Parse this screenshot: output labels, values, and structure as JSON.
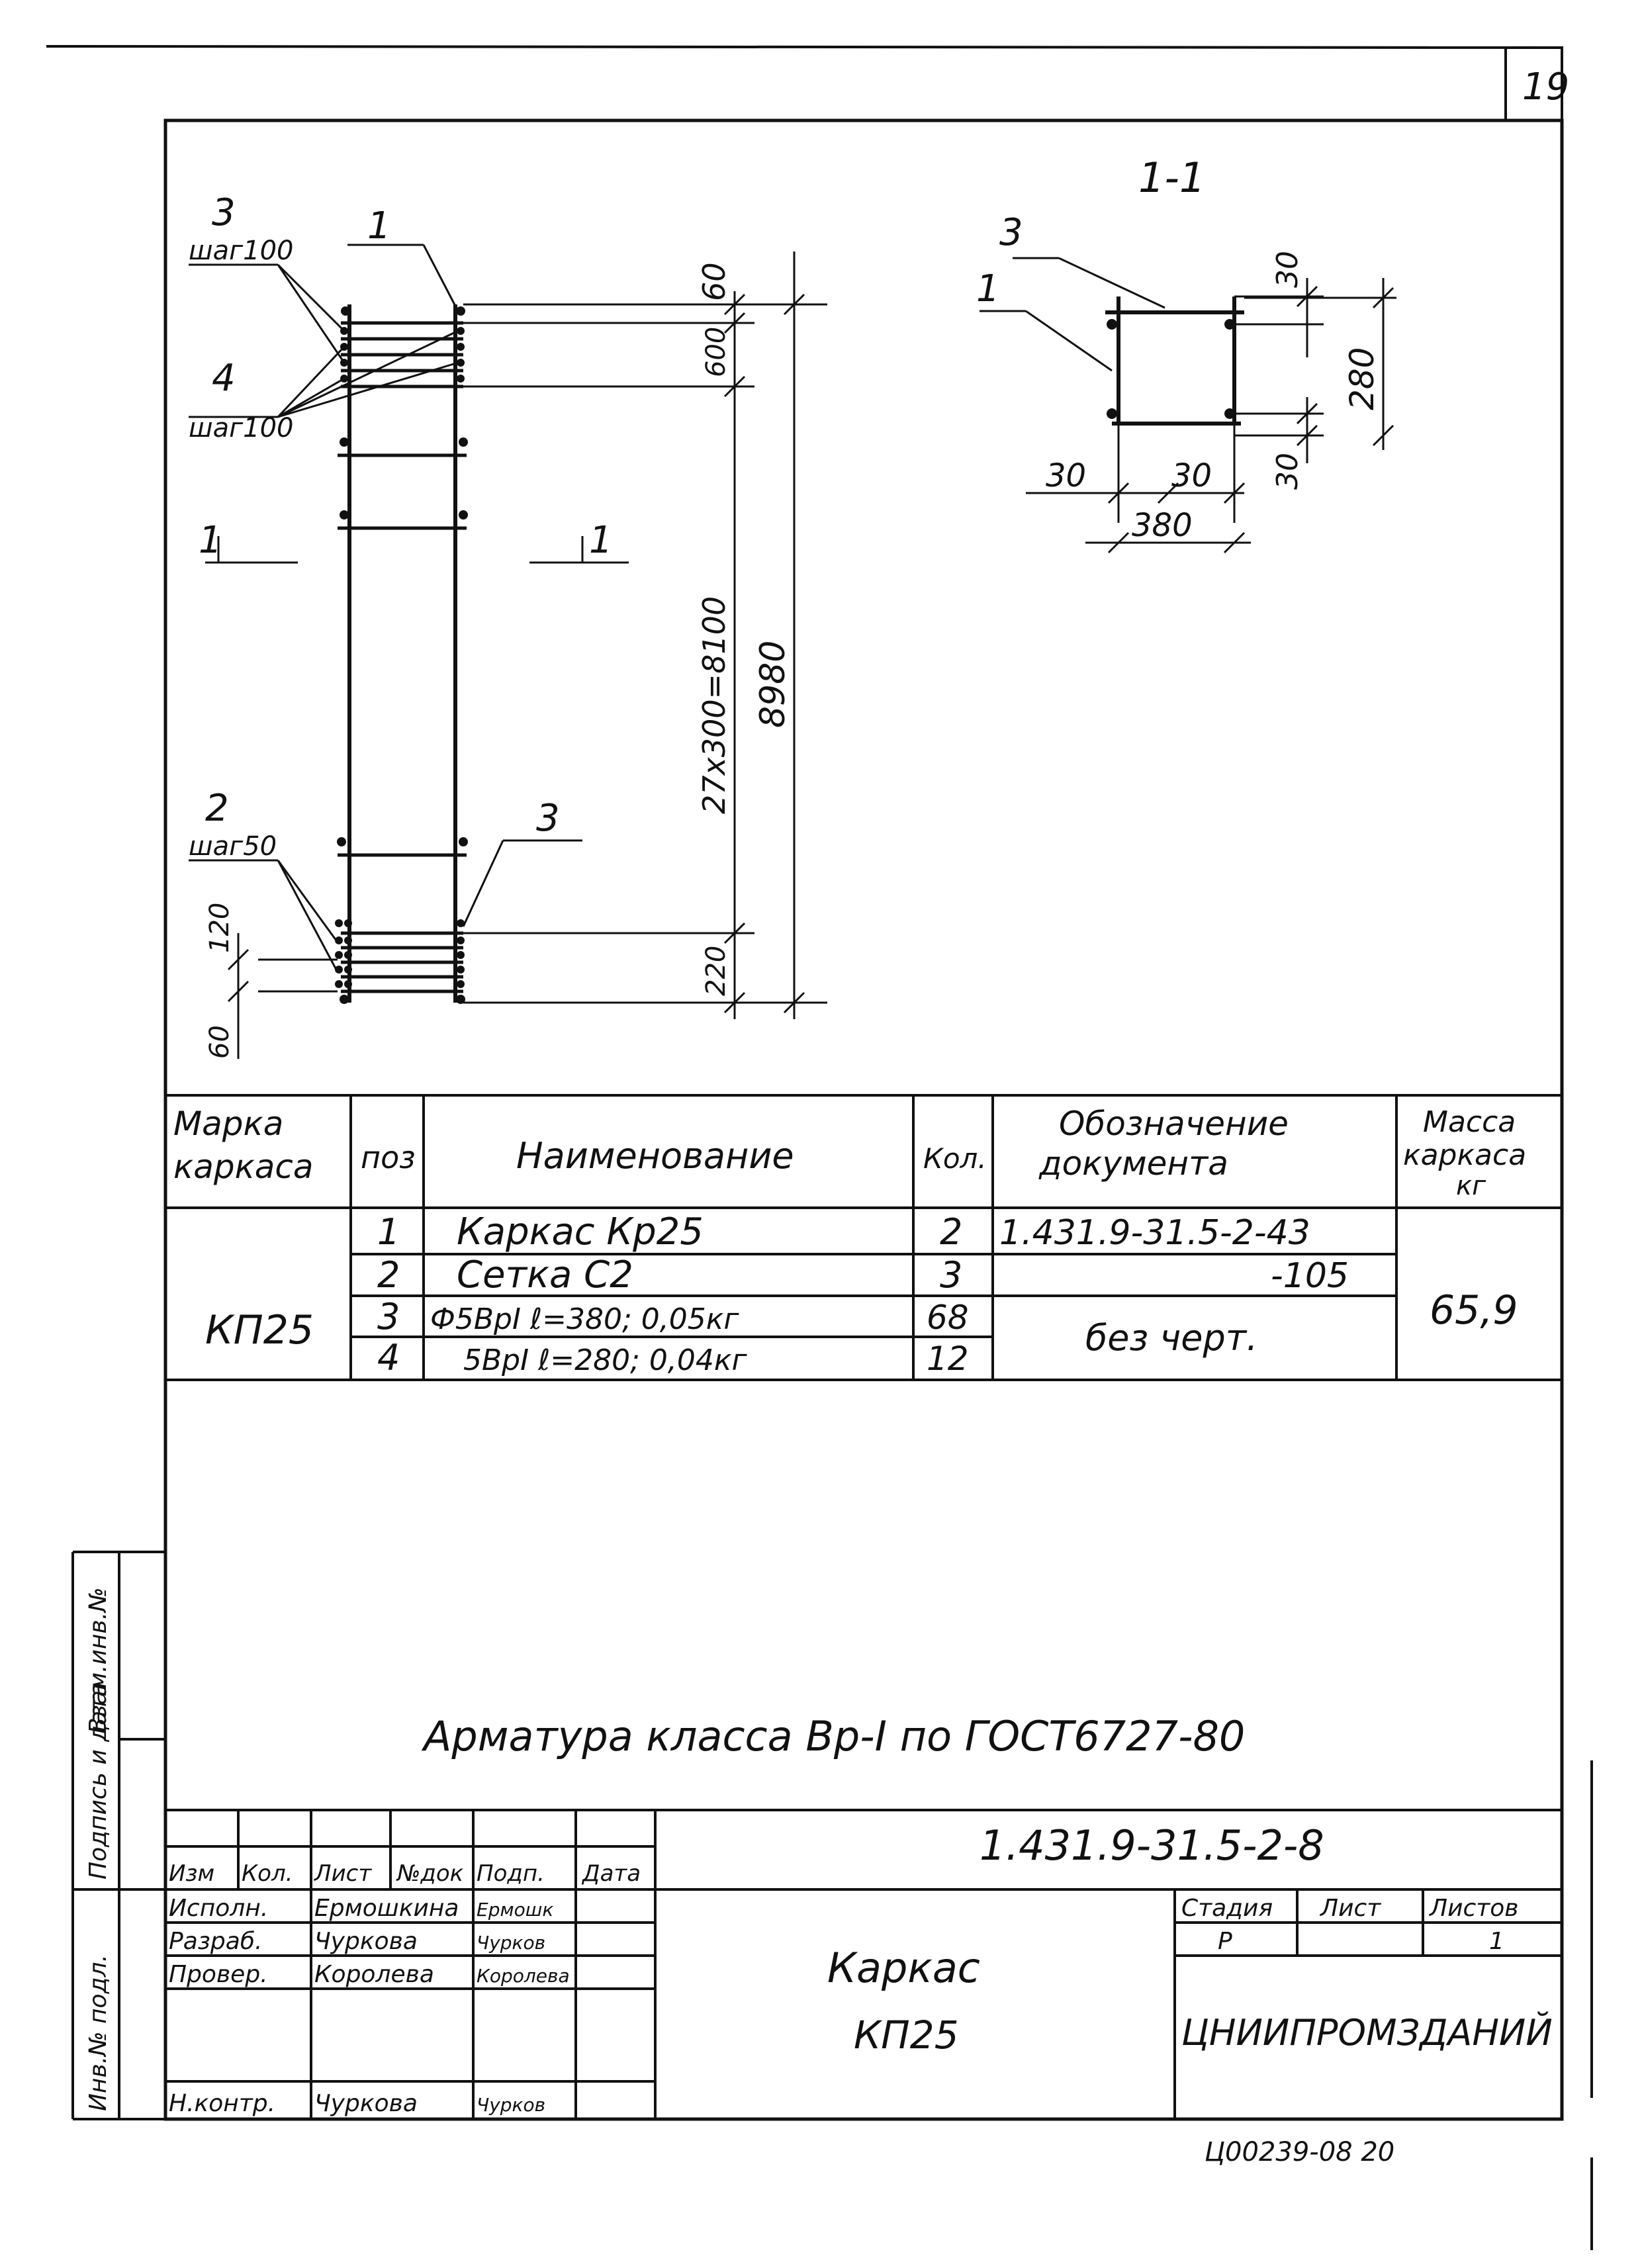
{
  "sheet_number": "19",
  "drawing": {
    "section_title": "1-1",
    "left_labels": {
      "pos3": "3",
      "pos3_step": "шаг100",
      "pos1": "1",
      "pos4": "4",
      "pos4_step": "шаг100",
      "cut_left": "1",
      "cut_right": "1",
      "pos2": "2",
      "pos2_step": "шаг50",
      "pos3_bottom": "3",
      "dim_60_top": "60",
      "dim_600": "600",
      "dim_main": "27х300=8100",
      "dim_total": "8980",
      "dim_220": "220",
      "dim_120": "120",
      "dim_60_bottom": "60"
    },
    "section_labels": {
      "pos3": "3",
      "pos1": "1",
      "dim_30_tr": "30",
      "dim_280": "280",
      "dim_30_br": "30",
      "dim_30_left": "30",
      "dim_30_mid": "30",
      "dim_380": "380"
    }
  },
  "spec_table": {
    "headers": {
      "mark": [
        "Марка",
        "каркаса"
      ],
      "pos": "поз",
      "name": "Наименование",
      "qty": "Кол.",
      "doc": [
        "Обозначение",
        "документа"
      ],
      "mass": [
        "Масса",
        "каркаса",
        "кг"
      ]
    },
    "mark": "КП25",
    "mass": "65,9",
    "rows": [
      {
        "pos": "1",
        "name": "Каркас Кр25",
        "qty": "2",
        "doc": "1.431.9-31.5-2-43"
      },
      {
        "pos": "2",
        "name": "Сетка С2",
        "qty": "3",
        "doc": "-105"
      },
      {
        "pos": "3",
        "name": "Ф5ВрI  ℓ=380; 0,05кг",
        "qty": "68",
        "doc": "без черт."
      },
      {
        "pos": "4",
        "name": "5ВрI  ℓ=280; 0,04кг",
        "qty": "12",
        "doc": ""
      }
    ]
  },
  "note": "Арматура класса Вр-I по ГОСТ6727-80",
  "side_stamp": {
    "inv_orig": "Инв.№ подл.",
    "sign_date": "Подпись и дата",
    "inv_replace": "Взам.инв.№"
  },
  "title_block": {
    "code": "1.431.9-31.5-2-8",
    "col_headers": [
      "Изм",
      "Кол.",
      "Лист",
      "№док",
      "Подп.",
      "Дата"
    ],
    "people": [
      {
        "role": "Исполн.",
        "name": "Ермошкина",
        "sign": "Ермошк"
      },
      {
        "role": "Разраб.",
        "name": "Чуркова",
        "sign": "Чурков"
      },
      {
        "role": "Провер.",
        "name": "Королева",
        "sign": "Королева"
      },
      {
        "role": "Н.контр.",
        "name": "Чуркова",
        "sign": "Чурков"
      }
    ],
    "title": [
      "Каркас",
      "КП25"
    ],
    "stage_header": "Стадия",
    "sheet_header": "Лист",
    "sheets_header": "Листов",
    "stage": "Р",
    "sheet": "",
    "sheets": "1",
    "org": "ЦНИИПРОМЗДАНИЙ"
  },
  "archive_number": "Ц00239-08  20"
}
